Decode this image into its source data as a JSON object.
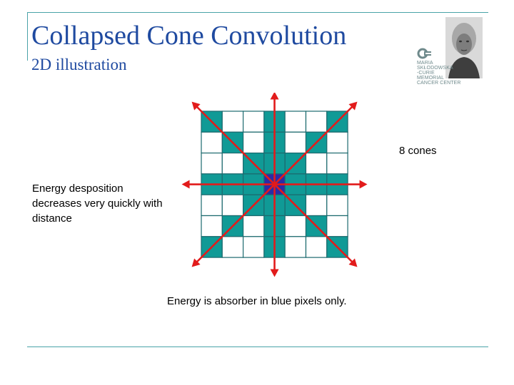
{
  "slide": {
    "title": "Collapsed Cone Convolution",
    "subtitle": "2D illustration"
  },
  "logo": {
    "lines": [
      "MARIA",
      "SKŁODOWSKA",
      "-CURIE",
      "MEMORIAL",
      "CANCER CENTER"
    ]
  },
  "diagram": {
    "grid_rows": 7,
    "grid_cols": 7,
    "center_cell": [
      3,
      3
    ],
    "cone_count": 8,
    "colors": {
      "teal_cell": "#109a96",
      "white_cell": "#ffffff",
      "center_cell": "#2c2aa6",
      "grid_line": "#1c6a6e",
      "arrow": "#e21b1b"
    }
  },
  "notes": {
    "cones": "8 cones",
    "energy_deposition": "Energy desposition decreases very quickly with distance",
    "blue_pixels": "Energy is absorber in blue pixels only."
  },
  "colors": {
    "title": "#1f4aa0",
    "rule": "#4aa3a8"
  }
}
